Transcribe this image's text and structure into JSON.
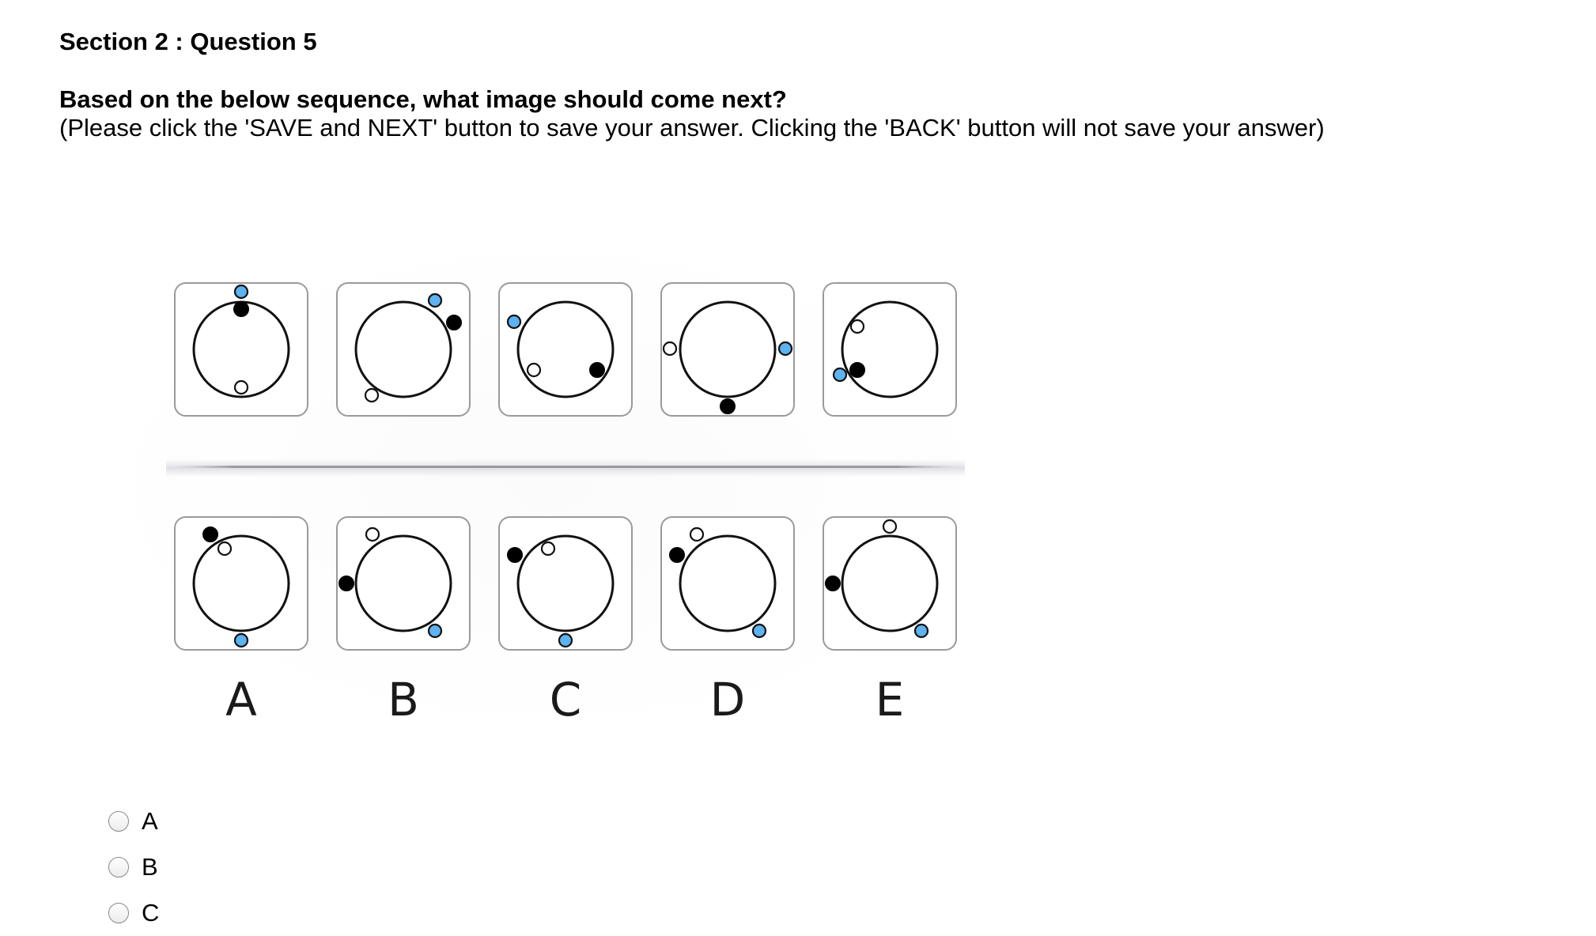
{
  "header": {
    "section_title": "Section 2 : Question 5"
  },
  "question": {
    "prompt": "Based on the below sequence, what image should come next?",
    "instructions": "(Please click the 'SAVE and NEXT' button to save your answer. Clicking the 'BACK' button will not save your answer)"
  },
  "puzzle": {
    "dot_colors": {
      "black": "#000000",
      "white": "#ffffff",
      "blue": "#5cb3f0"
    },
    "answer_letters": [
      "A",
      "B",
      "C",
      "D",
      "E"
    ]
  },
  "options": [
    {
      "label": "A",
      "selected": false
    },
    {
      "label": "B",
      "selected": false
    },
    {
      "label": "C",
      "selected": false
    }
  ]
}
